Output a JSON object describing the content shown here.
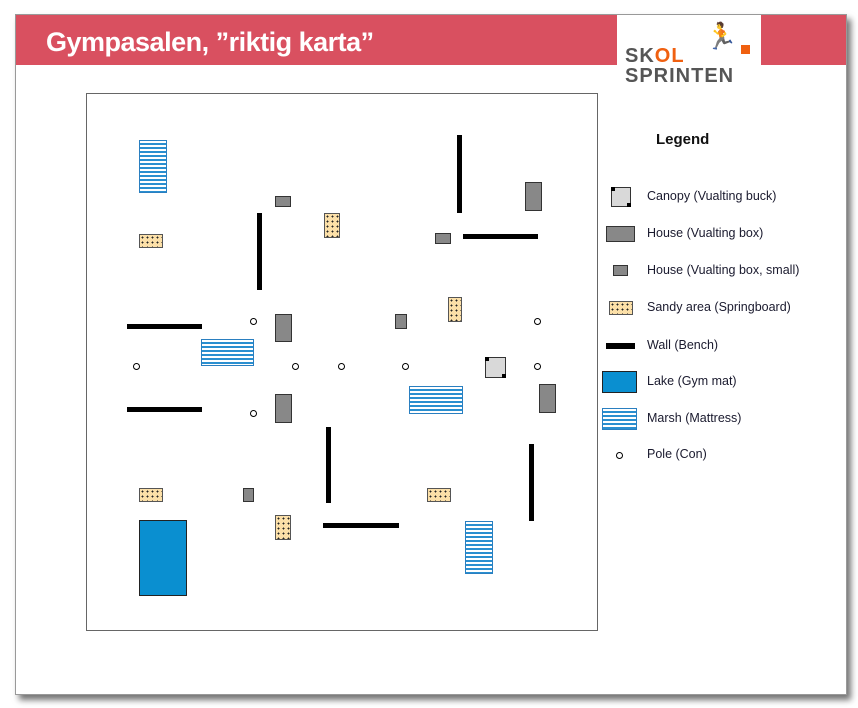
{
  "header": {
    "title": "Gympasalen, ”riktig karta”"
  },
  "logo": {
    "line1_a": "SK",
    "line1_b": "OL",
    "line2": "SPRINTEN",
    "accent": "#f06010"
  },
  "colors": {
    "header": "#d95060",
    "lake": "#0a8fd0",
    "sandy": "#fce0a8",
    "house": "#888888"
  },
  "legend": {
    "title": "Legend",
    "items": [
      {
        "label": "Canopy (Vualting buck)",
        "icon": "canopy"
      },
      {
        "label": "House (Vualting box)",
        "icon": "house"
      },
      {
        "label": "House (Vualting box, small)",
        "icon": "house-small"
      },
      {
        "label": "Sandy area (Springboard)",
        "icon": "sandy"
      },
      {
        "label": "Wall (Bench)",
        "icon": "wall"
      },
      {
        "label": "Lake (Gym mat)",
        "icon": "lake"
      },
      {
        "label": "Marsh (Mattress)",
        "icon": "marsh"
      },
      {
        "label": "Pole (Con)",
        "icon": "pole"
      }
    ]
  }
}
